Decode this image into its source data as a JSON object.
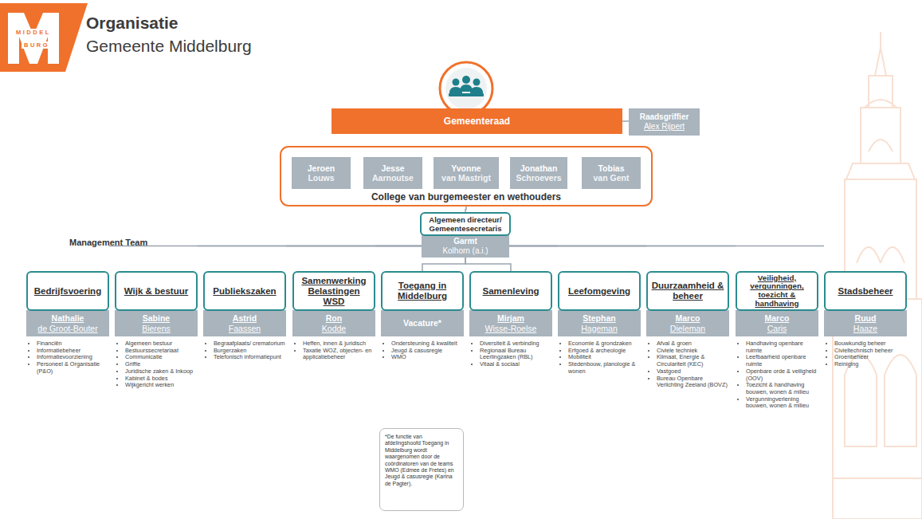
{
  "diagram": {
    "title": "Organisatie",
    "nodes": [
      {
        "text": [
          "Gemeenteraad"
        ]
      },
      {
        "text": [
          "Raadsgriffier",
          "Alex Rijpert"
        ]
      },
      {
        "text": [
          "College van burgemeester en wethouders"
        ]
      },
      {
        "text": [
          "Jeroen",
          "Louws"
        ],
        "in": 2
      },
      {
        "text": [
          "Jesse",
          "Aarnoutse"
        ],
        "in": 2
      },
      {
        "text": [
          "Yvonne",
          "van Mastrigt"
        ],
        "in": 2
      },
      {
        "text": [
          "Jonathan",
          "Schroevers"
        ],
        "in": 2
      },
      {
        "text": [
          "Tobias",
          "van Gent"
        ],
        "in": 2
      },
      {
        "text": [
          "Algemeen directeur/ Gemeentesecretaris"
        ]
      },
      {
        "text": [
          "Garmt",
          "Kolhorn (a.i.)"
        ]
      },
      {
        "text": [
          "Bedrijfsvoering"
        ]
      },
      {
        "text": [
          "Nathalie",
          "de Groot-Bouter"
        ]
      },
      {
        "text": [
          "Wijk & bestuur"
        ]
      },
      {
        "text": [
          "Sabine",
          "Bierens"
        ]
      },
      {
        "text": [
          "Publiekszaken"
        ]
      },
      {
        "text": [
          "Astrid",
          "Faassen"
        ]
      },
      {
        "text": [
          "Samenwerking Belastingen WSD"
        ]
      },
      {
        "text": [
          "Ron",
          "Kodde"
        ]
      },
      {
        "text": [
          "Toegang in Middelburg"
        ]
      },
      {
        "text": [
          "Vacature*"
        ]
      },
      {
        "text": [
          "Samenleving"
        ]
      },
      {
        "text": [
          "Mirjam",
          "Wisse-Roelse"
        ]
      },
      {
        "text": [
          "Leefomgeving"
        ]
      },
      {
        "text": [
          "Stephan",
          "Hageman"
        ]
      },
      {
        "text": [
          "Duurzaamheid & beheer"
        ]
      },
      {
        "text": [
          "Marco",
          "Dieleman"
        ]
      },
      {
        "text": [
          "Veiligheid, vergunningen, toezicht & handhaving"
        ]
      },
      {
        "text": [
          "Marco",
          "Caris"
        ]
      },
      {
        "text": [
          "Stadsbeheer"
        ]
      },
      {
        "text": [
          "Ruud",
          "Haaze"
        ]
      },
      {
        "text": [
          "*De functie van afdelingshoofd Toegang in Middelburg wordt waargenomen door de coördinatoren van de teams WMO (Edmee de Fretes) en Jeugd & casusregie (Karina de Pagter)."
        ]
      }
    ],
    "edges": [
      {
        "from": 0,
        "to": 1,
        "arrow": "none"
      },
      {
        "from": 2,
        "to": 8,
        "arrow": "none"
      },
      {
        "from": 9,
        "to": 10,
        "arrow": "none"
      },
      {
        "from": 9,
        "to": 12,
        "arrow": "none"
      },
      {
        "from": 9,
        "to": 14,
        "arrow": "none"
      },
      {
        "from": 9,
        "to": 16,
        "arrow": "none"
      },
      {
        "from": 9,
        "to": 18,
        "arrow": "none"
      },
      {
        "from": 9,
        "to": 20,
        "arrow": "none"
      },
      {
        "from": 9,
        "to": 22,
        "arrow": "none"
      },
      {
        "from": 9,
        "to": 24,
        "arrow": "none"
      },
      {
        "from": 9,
        "to": 26,
        "arrow": "none"
      },
      {
        "from": 9,
        "to": 28,
        "arrow": "none"
      }
    ],
    "labels": [
      "MIDDEL",
      "BURG",
      "Gemeente Middelburg",
      "Management Team",
      "Financiën",
      "Informatiebeheer",
      "Informatievoorziening",
      "Personeel & Organisatie (P&O)",
      "Algemeen bestuur",
      "Bestuurssecretariaat",
      "Communicatie",
      "Griffie",
      "Juridische zaken & Inkoop",
      "Kabinet & bodes",
      "Wijkgericht werken",
      "Begraafplaats/ crematorium",
      "Burgerzaken",
      "Telefonisch informatiepunt",
      "Heffen, innen & juridisch",
      "Taxatie WOZ, objecten- en applicatiebeheer",
      "Ondersteuning & kwaliteit",
      "Jeugd & casusregie",
      "WMO",
      "Diversiteit & verbinding",
      "Regionaal Bureau Leerlingzaken (RBL)",
      "Vitaal & sociaal",
      "Economie & grondzaken",
      "Erfgoed & archeologie",
      "Mobiliteit",
      "Stedenbouw, planologie & wonen",
      "Afval & groen",
      "Civiele techniek",
      "Klimaat, Energie & Circulariteit (KEC)",
      "Vastgoed",
      "Bureau Openbare Verlichting Zeeland (BOVZ)",
      "Handhaving openbare ruimte",
      "Leefbaarheid openbare ruimte",
      "Openbare orde & veiligheid (OOV)",
      "Toezicht & handhaving bouwen, wonen & milieu",
      "Vergunningverlening bouwen, wonen & milieu",
      "Bouwkundig beheer",
      "Civieltechnisch beheer",
      "Groenbeheer",
      "Reiniging"
    ]
  }
}
